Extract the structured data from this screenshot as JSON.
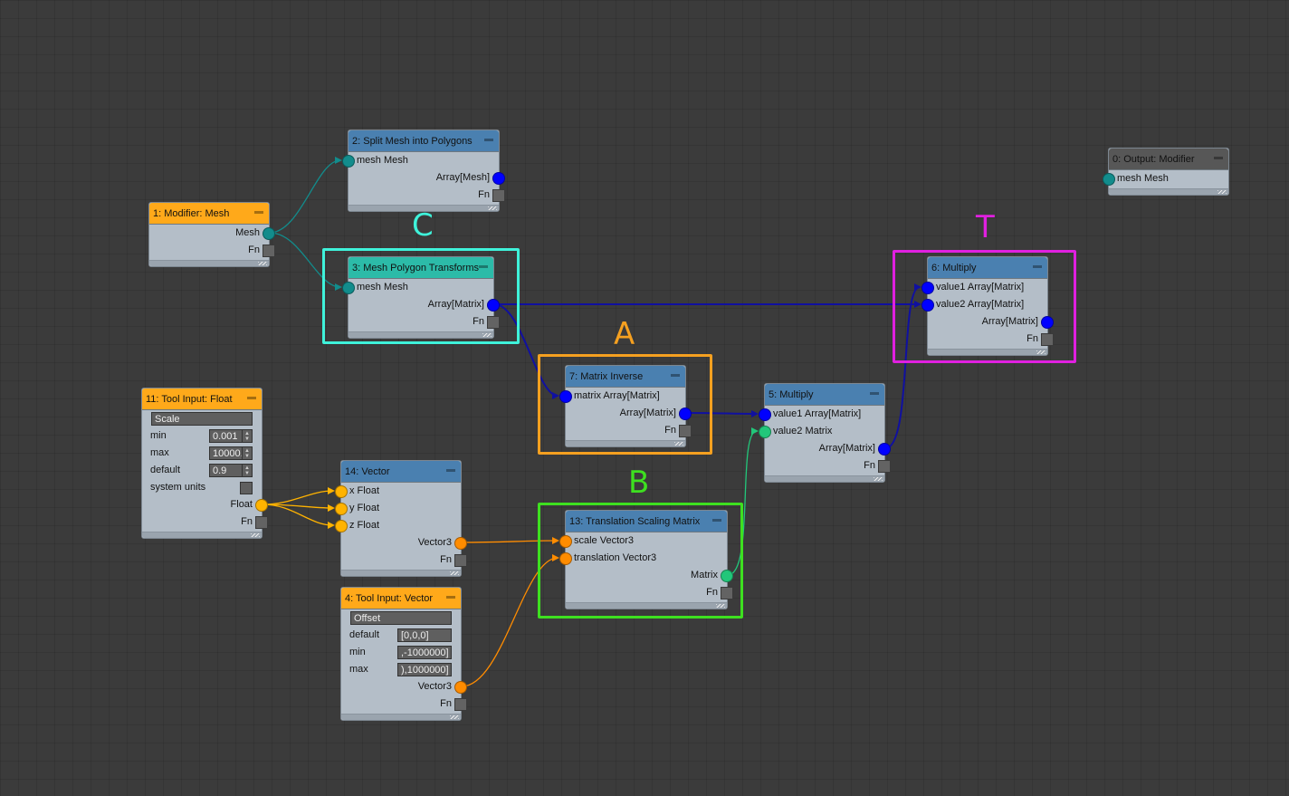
{
  "colors": {
    "mesh": "#128c8c",
    "array": "#0000ff",
    "float": "#ffb300",
    "vector": "#ff8c00",
    "matrix": "#22c77a",
    "fn": "#636363",
    "hdr_input": "#ffa91a",
    "hdr_op": "#4a80b0",
    "hdr_sel": "#2cbba8",
    "hdr_output": "#575757"
  },
  "nodes": [
    {
      "id": "n0",
      "title": "0: Output: Modifier",
      "header": "hdr_output",
      "rows": [
        {
          "label": "mesh Mesh",
          "port": "in",
          "type": "mesh"
        }
      ]
    },
    {
      "id": "n1",
      "title": "1: Modifier: Mesh",
      "header": "hdr_input",
      "rows": [
        {
          "label": "Mesh",
          "port": "out",
          "type": "mesh"
        },
        {
          "label": "Fn",
          "port": "fn"
        }
      ]
    },
    {
      "id": "n2",
      "title": "2: Split Mesh into Polygons",
      "header": "hdr_op",
      "rows": [
        {
          "label": "mesh Mesh",
          "port": "in",
          "type": "mesh"
        },
        {
          "label": "Array[Mesh]",
          "port": "out",
          "type": "array"
        },
        {
          "label": "Fn",
          "port": "fn"
        }
      ]
    },
    {
      "id": "n3",
      "title": "3: Mesh Polygon Transforms",
      "header": "hdr_sel",
      "rows": [
        {
          "label": "mesh Mesh",
          "port": "in",
          "type": "mesh"
        },
        {
          "label": "Array[Matrix]",
          "port": "out",
          "type": "array"
        },
        {
          "label": "Fn",
          "port": "fn"
        }
      ]
    },
    {
      "id": "n6",
      "title": "6: Multiply",
      "header": "hdr_op",
      "rows": [
        {
          "label": "value1 Array[Matrix]",
          "port": "in",
          "type": "array"
        },
        {
          "label": "value2 Array[Matrix]",
          "port": "in",
          "type": "array"
        },
        {
          "label": "Array[Matrix]",
          "port": "out",
          "type": "array"
        },
        {
          "label": "Fn",
          "port": "fn"
        }
      ]
    },
    {
      "id": "n7",
      "title": "7: Matrix Inverse",
      "header": "hdr_op",
      "rows": [
        {
          "label": "matrix Array[Matrix]",
          "port": "in",
          "type": "array"
        },
        {
          "label": "Array[Matrix]",
          "port": "out",
          "type": "array"
        },
        {
          "label": "Fn",
          "port": "fn"
        }
      ]
    },
    {
      "id": "n5",
      "title": "5: Multiply",
      "header": "hdr_op",
      "rows": [
        {
          "label": "value1 Array[Matrix]",
          "port": "in",
          "type": "array"
        },
        {
          "label": "value2 Matrix",
          "port": "in",
          "type": "matrix"
        },
        {
          "label": "Array[Matrix]",
          "port": "out",
          "type": "array"
        },
        {
          "label": "Fn",
          "port": "fn"
        }
      ]
    },
    {
      "id": "n11",
      "title": "11: Tool Input: Float",
      "header": "hdr_input",
      "rows": [
        {
          "kind": "field",
          "value": "Scale"
        },
        {
          "kind": "spin",
          "label": "min",
          "value": "0.001"
        },
        {
          "kind": "spin",
          "label": "max",
          "value": "10000."
        },
        {
          "kind": "spin",
          "label": "default",
          "value": "0.9"
        },
        {
          "kind": "check",
          "label": "system units"
        },
        {
          "label": "Float",
          "port": "out",
          "type": "float"
        },
        {
          "label": "Fn",
          "port": "fn"
        }
      ]
    },
    {
      "id": "n14",
      "title": "14: Vector",
      "header": "hdr_op",
      "rows": [
        {
          "label": "x Float",
          "port": "in",
          "type": "float"
        },
        {
          "label": "y Float",
          "port": "in",
          "type": "float"
        },
        {
          "label": "z Float",
          "port": "in",
          "type": "float"
        },
        {
          "label": "Vector3",
          "port": "out",
          "type": "vector"
        },
        {
          "label": "Fn",
          "port": "fn"
        }
      ]
    },
    {
      "id": "n13",
      "title": "13: Translation Scaling Matrix",
      "header": "hdr_op",
      "rows": [
        {
          "label": "scale Vector3",
          "port": "in",
          "type": "vector"
        },
        {
          "label": "translation Vector3",
          "port": "in",
          "type": "vector"
        },
        {
          "label": "Matrix",
          "port": "out",
          "type": "matrix"
        },
        {
          "label": "Fn",
          "port": "fn"
        }
      ]
    },
    {
      "id": "n4",
      "title": "4: Tool Input: Vector",
      "header": "hdr_input",
      "rows": [
        {
          "kind": "field",
          "value": "Offset"
        },
        {
          "kind": "text",
          "label": "default",
          "value": "[0,0,0]"
        },
        {
          "kind": "text",
          "label": "min",
          "value": ",-1000000]"
        },
        {
          "kind": "text",
          "label": "max",
          "value": "),1000000]"
        },
        {
          "label": "Vector3",
          "port": "out",
          "type": "vector"
        },
        {
          "label": "Fn",
          "port": "fn"
        }
      ]
    }
  ],
  "connections": [
    {
      "from": "n1.0",
      "to": "n2.0",
      "type": "mesh"
    },
    {
      "from": "n1.0",
      "to": "n3.0",
      "type": "mesh"
    },
    {
      "from": "n3.1",
      "to": "n6.1",
      "type": "array"
    },
    {
      "from": "n3.1",
      "to": "n7.0",
      "type": "array"
    },
    {
      "from": "n7.1",
      "to": "n5.0",
      "type": "array"
    },
    {
      "from": "n5.2",
      "to": "n6.0",
      "type": "array"
    },
    {
      "from": "n11.5",
      "to": "n14.0",
      "type": "float"
    },
    {
      "from": "n11.5",
      "to": "n14.1",
      "type": "float"
    },
    {
      "from": "n11.5",
      "to": "n14.2",
      "type": "float"
    },
    {
      "from": "n14.3",
      "to": "n13.0",
      "type": "vector"
    },
    {
      "from": "n4.4",
      "to": "n13.1",
      "type": "vector"
    },
    {
      "from": "n13.2",
      "to": "n5.1",
      "type": "matrix"
    }
  ],
  "annotations": [
    {
      "id": "C",
      "label": "C",
      "color": "#3ff2da"
    },
    {
      "id": "A",
      "label": "A",
      "color": "#f5a020"
    },
    {
      "id": "B",
      "label": "B",
      "color": "#3ee020"
    },
    {
      "id": "T",
      "label": "T",
      "color": "#e020e0"
    }
  ]
}
